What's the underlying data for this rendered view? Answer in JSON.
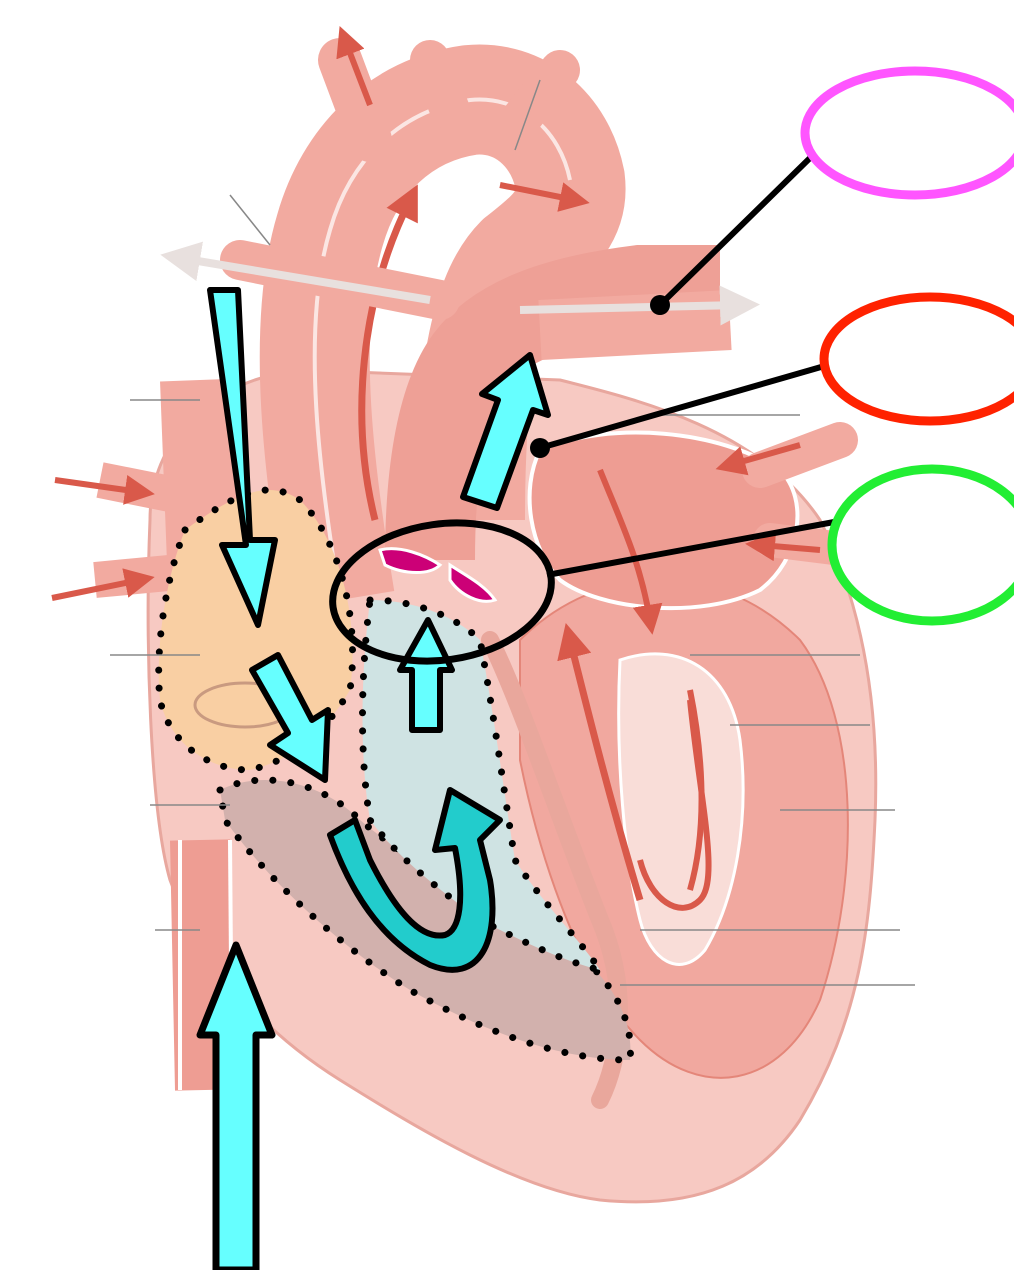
{
  "diagram": {
    "colors": {
      "background": "#ffffff",
      "heart_tissue": "#f7c9c2",
      "heart_wall": "#f1a89f",
      "vessel": "#f2aaa0",
      "vessel_dark": "#e48679",
      "vessel_outline": "#ffffff",
      "red_flow_arrow": "#d9594a",
      "right_atrium_fill": "#f9cfa3",
      "right_ventricle_fill": "#d2b1ad",
      "outflow_fill": "#cfe3e3",
      "cyan_arrow": "#66ffff",
      "cyan_dark": "#22cccc",
      "valve_cusp": "#cc0077",
      "outline": "#000000",
      "magenta_oval": "#ff55ff",
      "red_oval": "#ff2200",
      "green_oval": "#22ee33",
      "leader_lines": "#000000",
      "faint_leaders": "#888888"
    },
    "label_ovals": [
      {
        "name": "magenta-label-oval",
        "color_key": "magenta_oval",
        "text": ""
      },
      {
        "name": "red-label-oval",
        "color_key": "red_oval",
        "text": ""
      },
      {
        "name": "green-label-oval",
        "color_key": "green_oval",
        "text": ""
      }
    ],
    "icons": {
      "blood_flow": "cyan-arrow-icon",
      "oxygenated_flow": "red-arrow-icon",
      "valve": "semilunar-valve-icon"
    }
  }
}
